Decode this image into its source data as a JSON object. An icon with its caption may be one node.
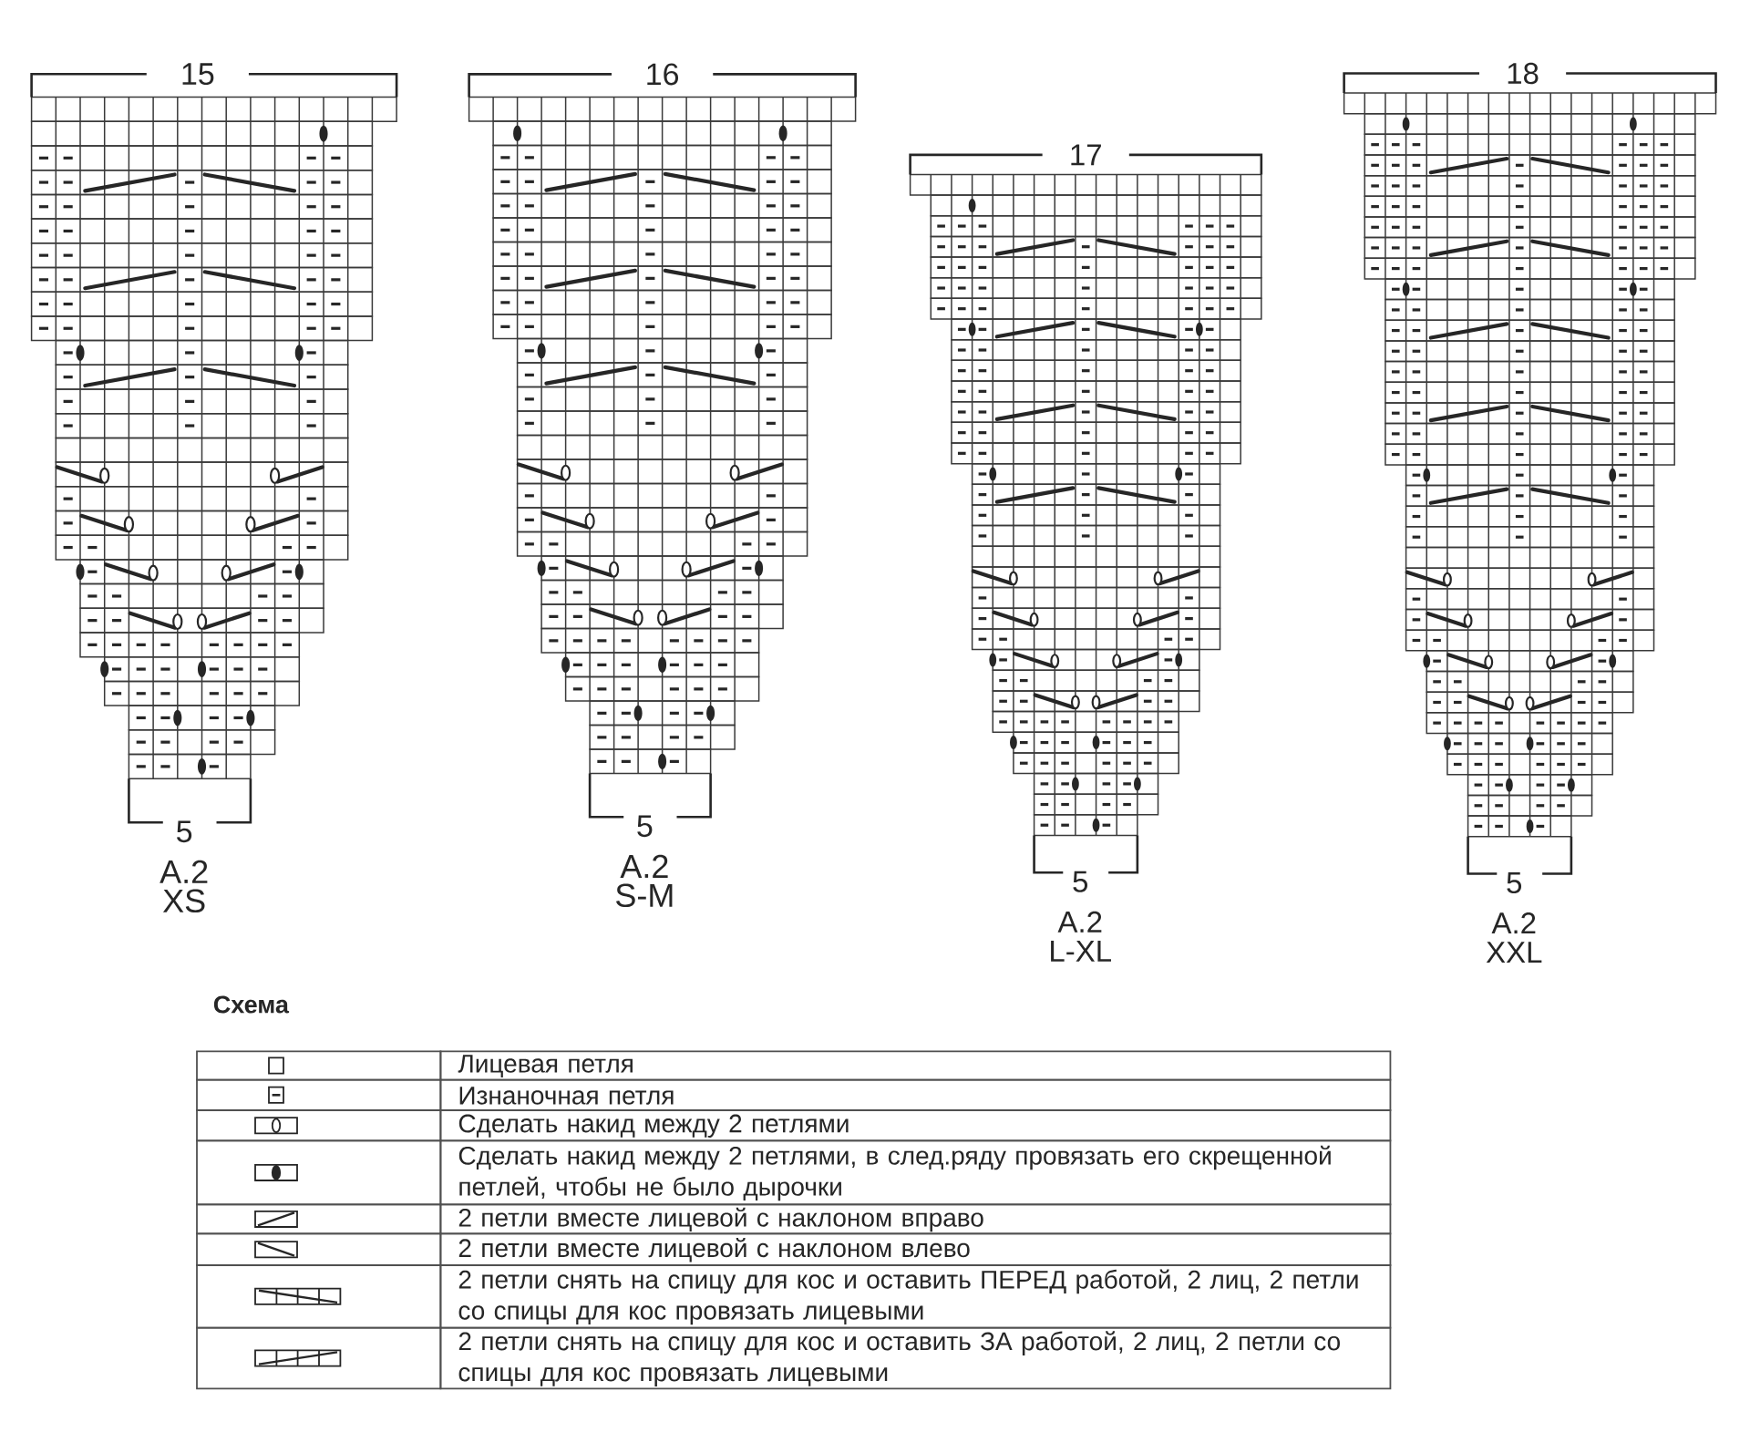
{
  "diagram": {
    "labels": [
      "15",
      "5",
      "A.2",
      "XS",
      "16",
      "5",
      "A.2",
      "S-M",
      "17",
      "5",
      "A.2",
      "L-XL",
      "18",
      "5",
      "A.2",
      "XXL",
      "Схема"
    ],
    "legend": [
      {
        "text": "Лицевая петля"
      },
      {
        "text": "Изнаночная петля"
      },
      {
        "text": "Сделать накид между 2 петлями"
      },
      {
        "text": "Сделать накид между 2 петлями, в след.ряду провязать его скрещенной петлей, чтобы не было дырочки"
      },
      {
        "text": "2 петли вместе лицевой с наклоном вправо"
      },
      {
        "text": "2 петли вместе лицевой с наклоном влево"
      },
      {
        "text": "2 петли снять на спицу для кос и оставить ПЕРЕД работой, 2 лиц, 2 петли со спицы для кос провязать лицевыми"
      },
      {
        "text": "2 петли снять на спицу для кос и оставить ЗА работой, 2 лиц, 2 петли со спицы для кос провязать лицевыми"
      }
    ]
  }
}
